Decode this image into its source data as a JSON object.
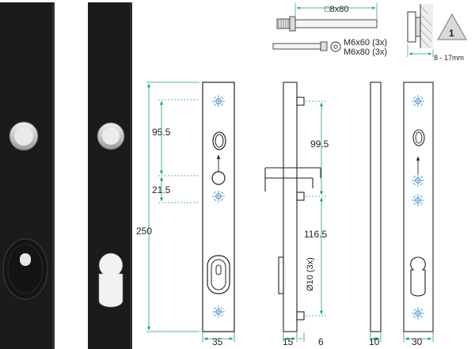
{
  "colors": {
    "plate": "#1b1b1b",
    "dimension_line": "#1aa06e",
    "outline": "#222222",
    "ring": "#d8d8d8",
    "mark": "#4a90c8",
    "warning_fill": "#d9d9d9"
  },
  "icons": [
    "screw-icon",
    "washer-icon",
    "warning-triangle-icon",
    "crosshair-icon"
  ],
  "screw_spec": {
    "square_label": "□8x80",
    "bolt_label_1": "M6x60 (3x)",
    "bolt_label_2": "M6x80 (3x)"
  },
  "door_thickness": {
    "range_label": "8 - 17mm",
    "warning_number": "1"
  },
  "dimensions": {
    "front_overall_height": "250",
    "front_handle_to_spindle": "95.5",
    "front_spindle_to_hole": "21.5",
    "front_width": "35",
    "side_upper_spacing": "99.5",
    "side_lower_spacing": "116.5",
    "side_hole_diameter": "Ø10 (3x)",
    "side_depth": "15",
    "side_offset": "6",
    "edge_thickness": "10",
    "back_width": "30"
  }
}
